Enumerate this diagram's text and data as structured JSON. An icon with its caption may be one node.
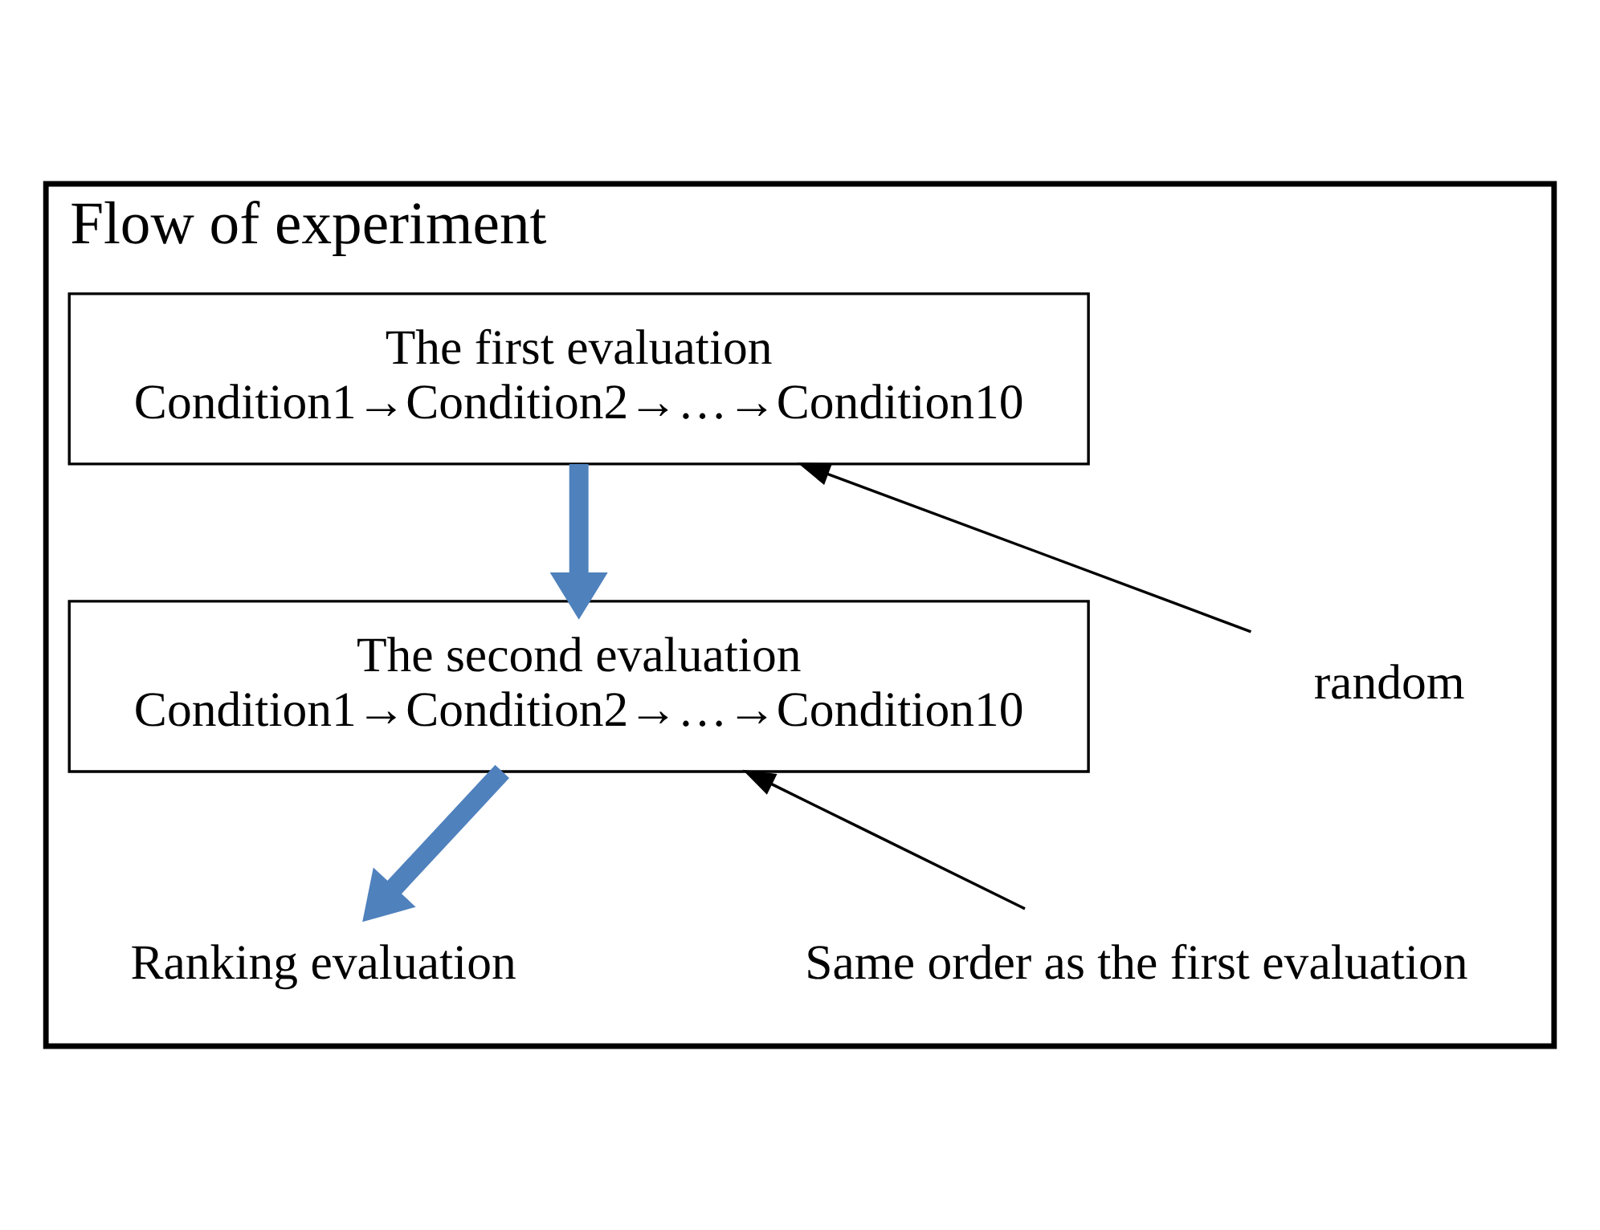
{
  "diagram": {
    "nodes": [
      {
        "text": [
          "Flow of experiment"
        ]
      },
      {
        "text": [
          "The first evaluation",
          "Condition1→Condition2→…→Condition10"
        ],
        "in": 0
      },
      {
        "text": [
          "The second evaluation",
          "Condition1→Condition2→…→Condition10"
        ],
        "in": 0
      },
      {
        "text": [
          "Ranking evaluation"
        ],
        "in": 0
      },
      {
        "text": [
          "random"
        ],
        "in": 0
      },
      {
        "text": [
          "Same order as the first evaluation"
        ],
        "in": 0
      }
    ],
    "edges": [
      {
        "from": 1,
        "to": 2,
        "arrow": "to",
        "style": "thick",
        "color": "#4f81bd"
      },
      {
        "from": 2,
        "to": 3,
        "arrow": "to",
        "style": "thick",
        "color": "#4f81bd"
      },
      {
        "from": 4,
        "to": 1,
        "arrow": "to",
        "color": "#000000"
      },
      {
        "from": 5,
        "to": 2,
        "arrow": "to",
        "color": "#000000"
      }
    ]
  }
}
